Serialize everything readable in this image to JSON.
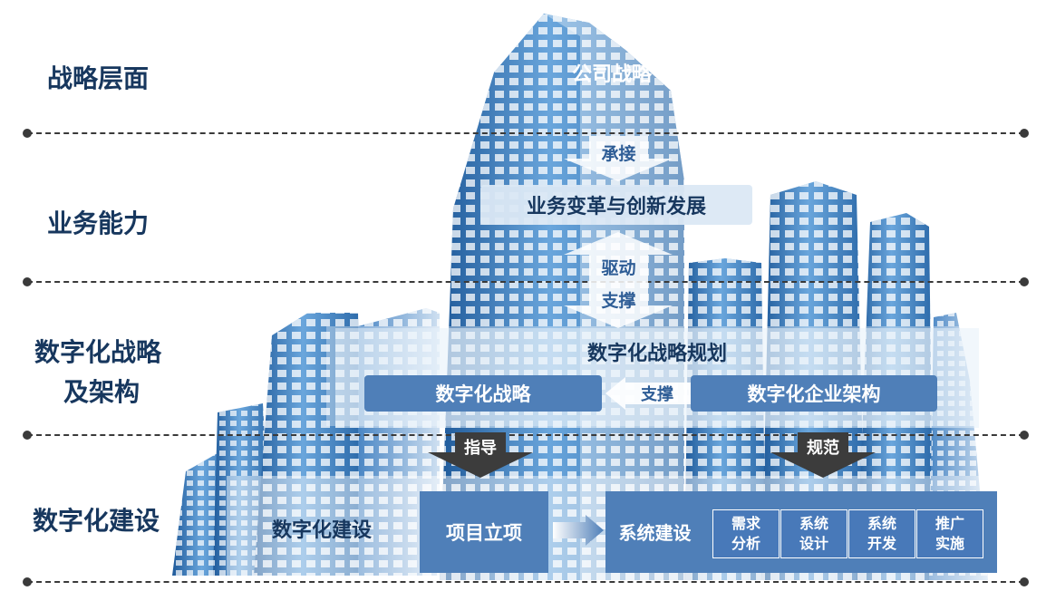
{
  "layers": {
    "strategy": "战略层面",
    "business": "业务能力",
    "digital_strategy_line1": "数字化战略",
    "digital_strategy_line2": "及架构",
    "construction": "数字化建设"
  },
  "nodes": {
    "company_strategy": "公司战略",
    "undertake": "承接",
    "business_transform": "业务变革与创新发展",
    "drive": "驱动",
    "support_top": "支撑",
    "digital_planning": "数字化战略规划",
    "digital_strategy": "数字化战略",
    "support_mid": "支撑",
    "enterprise_architecture": "数字化企业架构",
    "guide": "指导",
    "regulate": "规范",
    "digital_construction": "数字化建设",
    "project_approval": "项目立项",
    "system_construction": "系统建设"
  },
  "system_steps": [
    {
      "line1": "需求",
      "line2": "分析"
    },
    {
      "line1": "系统",
      "line2": "设计"
    },
    {
      "line1": "系统",
      "line2": "开发"
    },
    {
      "line1": "推广",
      "line2": "实施"
    }
  ],
  "colors": {
    "label": "#17375e",
    "separator": "#3a3a3a",
    "building_dark": "#1f5a9a",
    "building_light": "#5a96d2",
    "box_light": "#dbe8f4",
    "box_mid": "#4f7fb8",
    "box_dark": "#2e5d96",
    "arrow_dark": "#3c3c3c"
  }
}
